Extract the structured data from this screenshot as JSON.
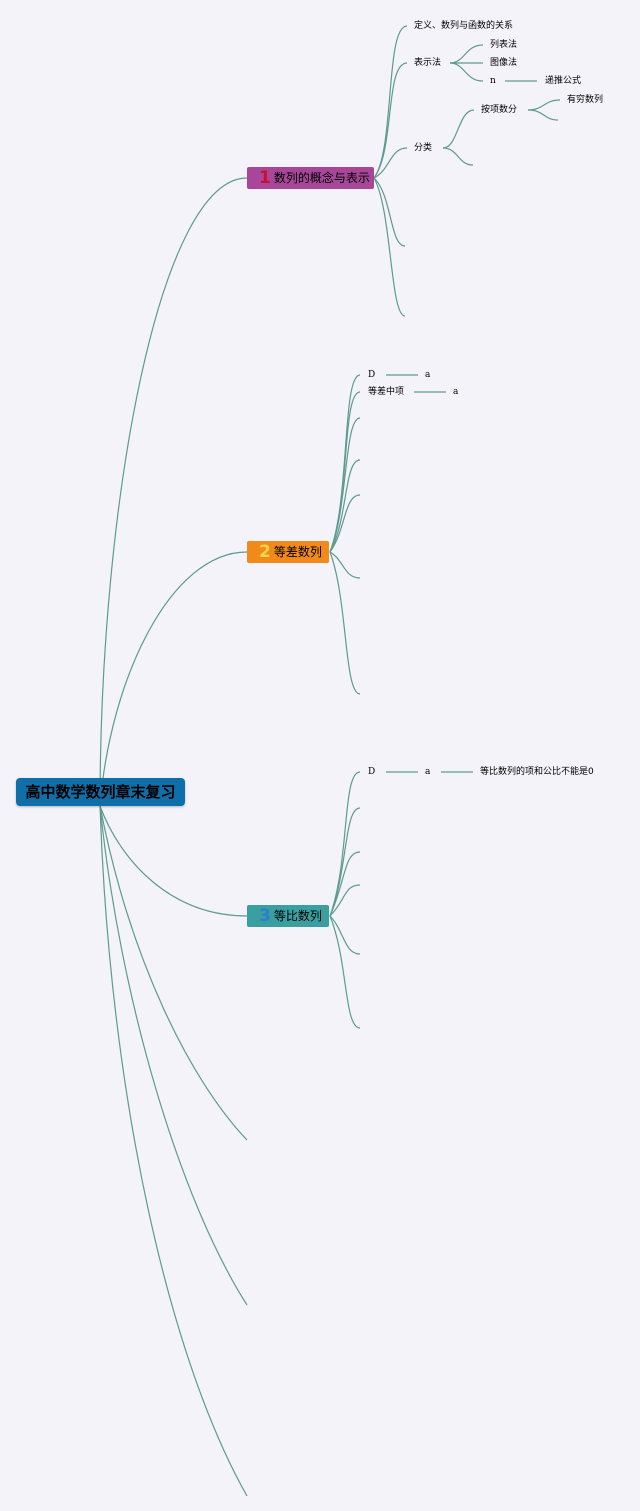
{
  "root": {
    "label": "高中数学数列章末复习"
  },
  "branches": [
    {
      "number": "1",
      "label": "数列的概念与表示",
      "children": {
        "definition": "定义、数列与函数的关系",
        "representation": "表示法",
        "rep_list": "列表法",
        "rep_graph": "图像法",
        "rep_n": "n",
        "rep_recursive": "递推公式",
        "classification": "分类",
        "by_terms": "按项数分",
        "finite": "有穷数列"
      }
    },
    {
      "number": "2",
      "label": "等差数列",
      "children": {
        "def": "D",
        "def_a": "a",
        "middle": "等差中项",
        "middle_a": "a"
      }
    },
    {
      "number": "3",
      "label": "等比数列",
      "children": {
        "def": "D",
        "def_a": "a",
        "note": "等比数列的项和公比不能是0"
      }
    }
  ]
}
